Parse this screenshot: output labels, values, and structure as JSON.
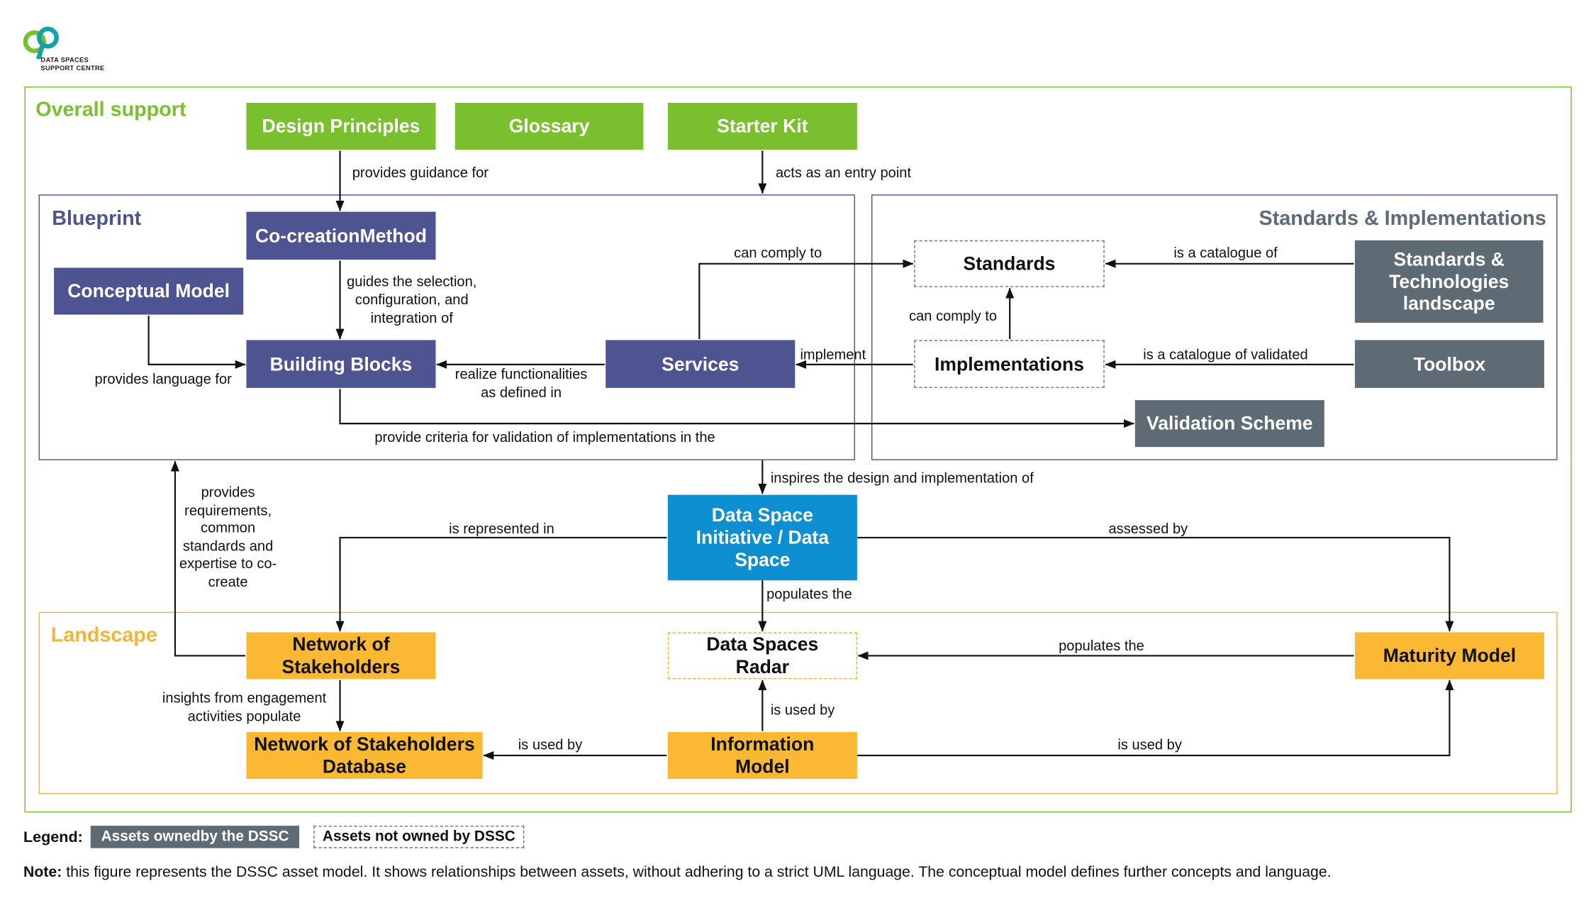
{
  "logo": {
    "line1": "DATA SPACES",
    "line2": "SUPPORT CENTRE",
    "colors": {
      "green": "#7ABF2D",
      "teal": "#12A2A8"
    }
  },
  "regions": {
    "overall": {
      "title": "Overall support",
      "color": "#7ABF2D"
    },
    "blueprint": {
      "title": "Blueprint",
      "color": "#4E5492"
    },
    "standards": {
      "title": "Standards & Implementations",
      "color": "#5F6B74"
    },
    "landscape": {
      "title": "Landscape",
      "color": "#F3B43A"
    }
  },
  "nodes": {
    "design_principles": "Design Principles",
    "glossary": "Glossary",
    "starter_kit": "Starter Kit",
    "cocreation": "Co-creationMethod",
    "conceptual_model": "Conceptual Model",
    "building_blocks": "Building Blocks",
    "services": "Services",
    "standards": "Standards",
    "implementations": "Implementations",
    "standards_landscape": "Standards & Technologies landscape",
    "toolbox": "Toolbox",
    "validation_scheme": "Validation Scheme",
    "data_space_initiative": "Data Space Initiative / Data Space",
    "network_stakeholders": "Network of Stakeholders",
    "radar": "Data Spaces Radar",
    "maturity_model": "Maturity Model",
    "stakeholders_db": "Network of Stakeholders Database",
    "information_model": "Information Model"
  },
  "edges": {
    "provides_guidance": "provides guidance for",
    "entry_point": "acts as an entry point",
    "can_comply_services": "can comply to",
    "catalogue_of": "is a catalogue of",
    "guides_selection": "guides the selection, configuration, and integration of",
    "can_comply_impl": "can comply to",
    "implement": "implement",
    "catalogue_validated": "is a catalogue of validated",
    "provides_language": "provides language for",
    "realize_functionalities": "realize functionalities as defined in",
    "provide_criteria": "provide criteria for validation of implementations in the",
    "inspires": "inspires the design and implementation of",
    "provides_requirements": "provides requirements, common standards and expertise to co-create",
    "represented_in": "is represented in",
    "assessed_by": "assessed by",
    "populates_radar_dsi": "populates the",
    "populates_radar_mm": "populates the",
    "insights": "insights from engagement activities populate",
    "used_by_radar": "is used by",
    "used_by_db": "is used by",
    "used_by_mm": "is used by"
  },
  "legend": {
    "title": "Legend:",
    "owned": "Assets ownedby the DSSC",
    "not_owned": "Assets not owned by DSSC"
  },
  "note": {
    "label": "Note:",
    "text": "this figure represents the DSSC asset model. It shows relationships between assets, without adhering to a strict UML language. The conceptual model defines further concepts and language."
  }
}
